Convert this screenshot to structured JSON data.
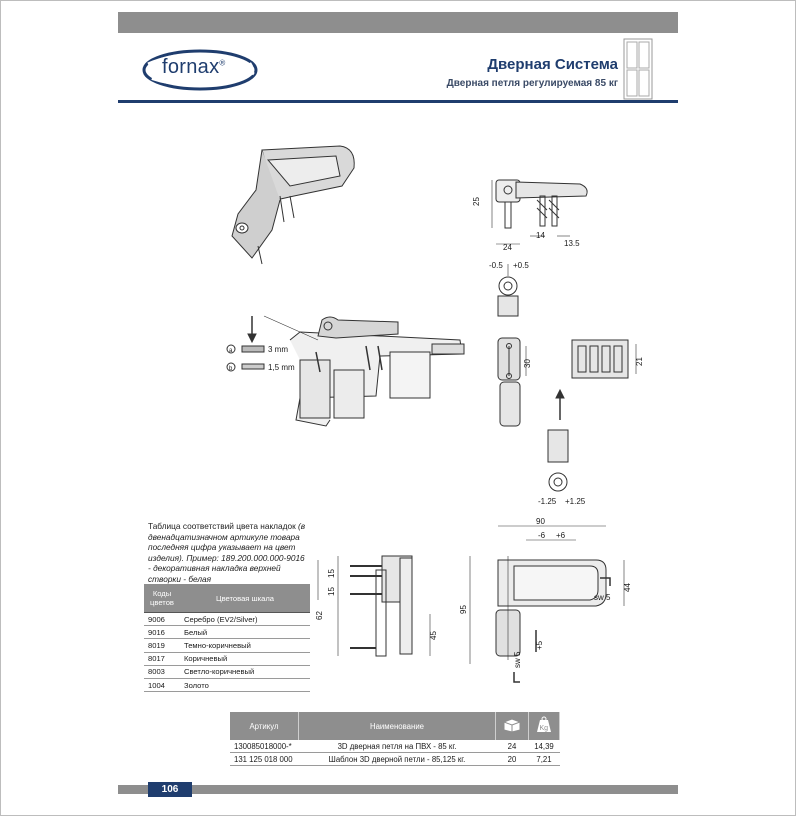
{
  "header": {
    "logo_text": "fornax",
    "logo_reg": "®",
    "title": "Дверная Система",
    "subtitle": "Дверная петля регулируемая 85 кг"
  },
  "dims": {
    "top_h": "25",
    "top_w1": "24",
    "top_w2": "14",
    "top_w3": "13.5",
    "adj_minus": "-0.5",
    "adj_plus": "+0.5",
    "side_30": "30",
    "side_21": "21",
    "bot_minus": "-1.25",
    "bot_plus": "+1.25",
    "front_90": "90",
    "front_m6": "-6",
    "front_p6": "+6",
    "front_44": "44",
    "front_95": "95",
    "sw5_a": "sw 5",
    "sw5_b": "sw 5",
    "front_p5": "+5",
    "side2_15a": "15",
    "side2_15b": "15",
    "side2_62": "62",
    "side2_45": "45"
  },
  "legend": {
    "a_letter": "a",
    "a_size": "3 mm",
    "b_letter": "b",
    "b_size": "1,5 mm"
  },
  "color_note": {
    "heading": "Таблица соответствий цвета накладок",
    "text": "(в двенадцатизначном артикуле товара последняя цифра указывает на цвет изделия). Пример: 189.200.000.000-9016 - декоративная накладка верхней створки - белая"
  },
  "color_table": {
    "headers": [
      "Коды цветов",
      "Цветовая шкала"
    ],
    "rows": [
      [
        "9006",
        "Серебро (EV2/Silver)"
      ],
      [
        "9016",
        "Белый"
      ],
      [
        "8019",
        "Темно-коричневый"
      ],
      [
        "8017",
        "Коричневый"
      ],
      [
        "8003",
        "Светло-коричневый"
      ],
      [
        "1004",
        "Золото"
      ]
    ]
  },
  "product_table": {
    "headers": [
      "Артикул",
      "Наименование",
      "",
      "Kg"
    ],
    "rows": [
      [
        "130085018000-*",
        "3D дверная петля на ПВХ - 85 кг.",
        "24",
        "14,39"
      ],
      [
        "131 125 018 000",
        "Шаблон 3D дверной петли - 85,125 кг.",
        "20",
        "7,21"
      ]
    ]
  },
  "footer": {
    "page": "106"
  },
  "colors": {
    "brand": "#1f3d6e",
    "bar": "#8e8e8e"
  }
}
